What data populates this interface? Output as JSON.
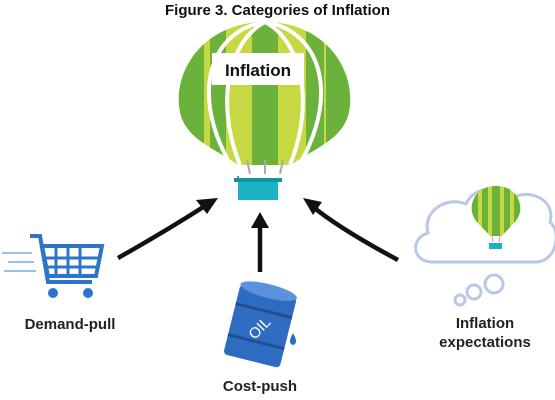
{
  "figure": {
    "title": "Figure 3. Categories of Inflation"
  },
  "balloon": {
    "label": "Inflation"
  },
  "categories": {
    "demand_pull": "Demand-pull",
    "cost_push": "Cost-push",
    "expectations_line1": "Inflation",
    "expectations_line2": "expectations"
  },
  "barrel": {
    "label": "OIL"
  },
  "colors": {
    "balloon_green": "#6ab23b",
    "balloon_light": "#c6d943",
    "basket_teal": "#1bb3c4",
    "cart_blue": "#2e74c9",
    "barrel_blue": "#2e6cc1",
    "cloud_outline": "#b9c8e8",
    "arrow": "#111111"
  },
  "icons": [
    "hot-air-balloon-icon",
    "shopping-cart-icon",
    "oil-barrel-icon",
    "thought-cloud-icon",
    "small-balloon-icon"
  ]
}
